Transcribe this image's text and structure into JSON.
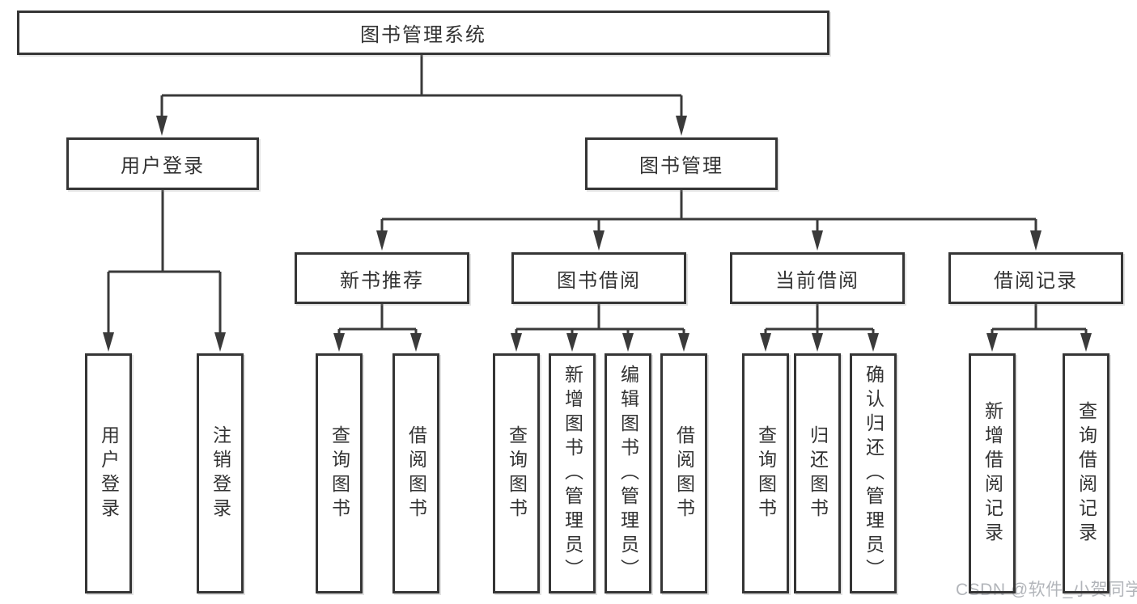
{
  "colors": {
    "background": "#ffffff",
    "line": "#3a3a3a",
    "box_border": "#353535",
    "text": "#333333",
    "watermark": "#b2b5ba"
  },
  "watermark": {
    "text": "CSDN @软件_小贺同学"
  },
  "tree": {
    "root": {
      "label": "图书管理系统",
      "children": [
        {
          "label": "用户登录",
          "children": [
            {
              "label": "用户登录"
            },
            {
              "label": "注销登录"
            }
          ]
        },
        {
          "label": "图书管理",
          "children": [
            {
              "label": "新书推荐",
              "children": [
                {
                  "label": "查询图书"
                },
                {
                  "label": "借阅图书"
                }
              ]
            },
            {
              "label": "图书借阅",
              "children": [
                {
                  "label": "查询图书"
                },
                {
                  "label": "新增图书（管理员）"
                },
                {
                  "label": "编辑图书（管理员）"
                },
                {
                  "label": "借阅图书"
                }
              ]
            },
            {
              "label": "当前借阅",
              "children": [
                {
                  "label": "查询图书"
                },
                {
                  "label": "归还图书"
                },
                {
                  "label": "确认归还（管理员）"
                }
              ]
            },
            {
              "label": "借阅记录",
              "children": [
                {
                  "label": "新增借阅记录"
                },
                {
                  "label": "查询借阅记录"
                }
              ]
            }
          ]
        }
      ]
    }
  }
}
